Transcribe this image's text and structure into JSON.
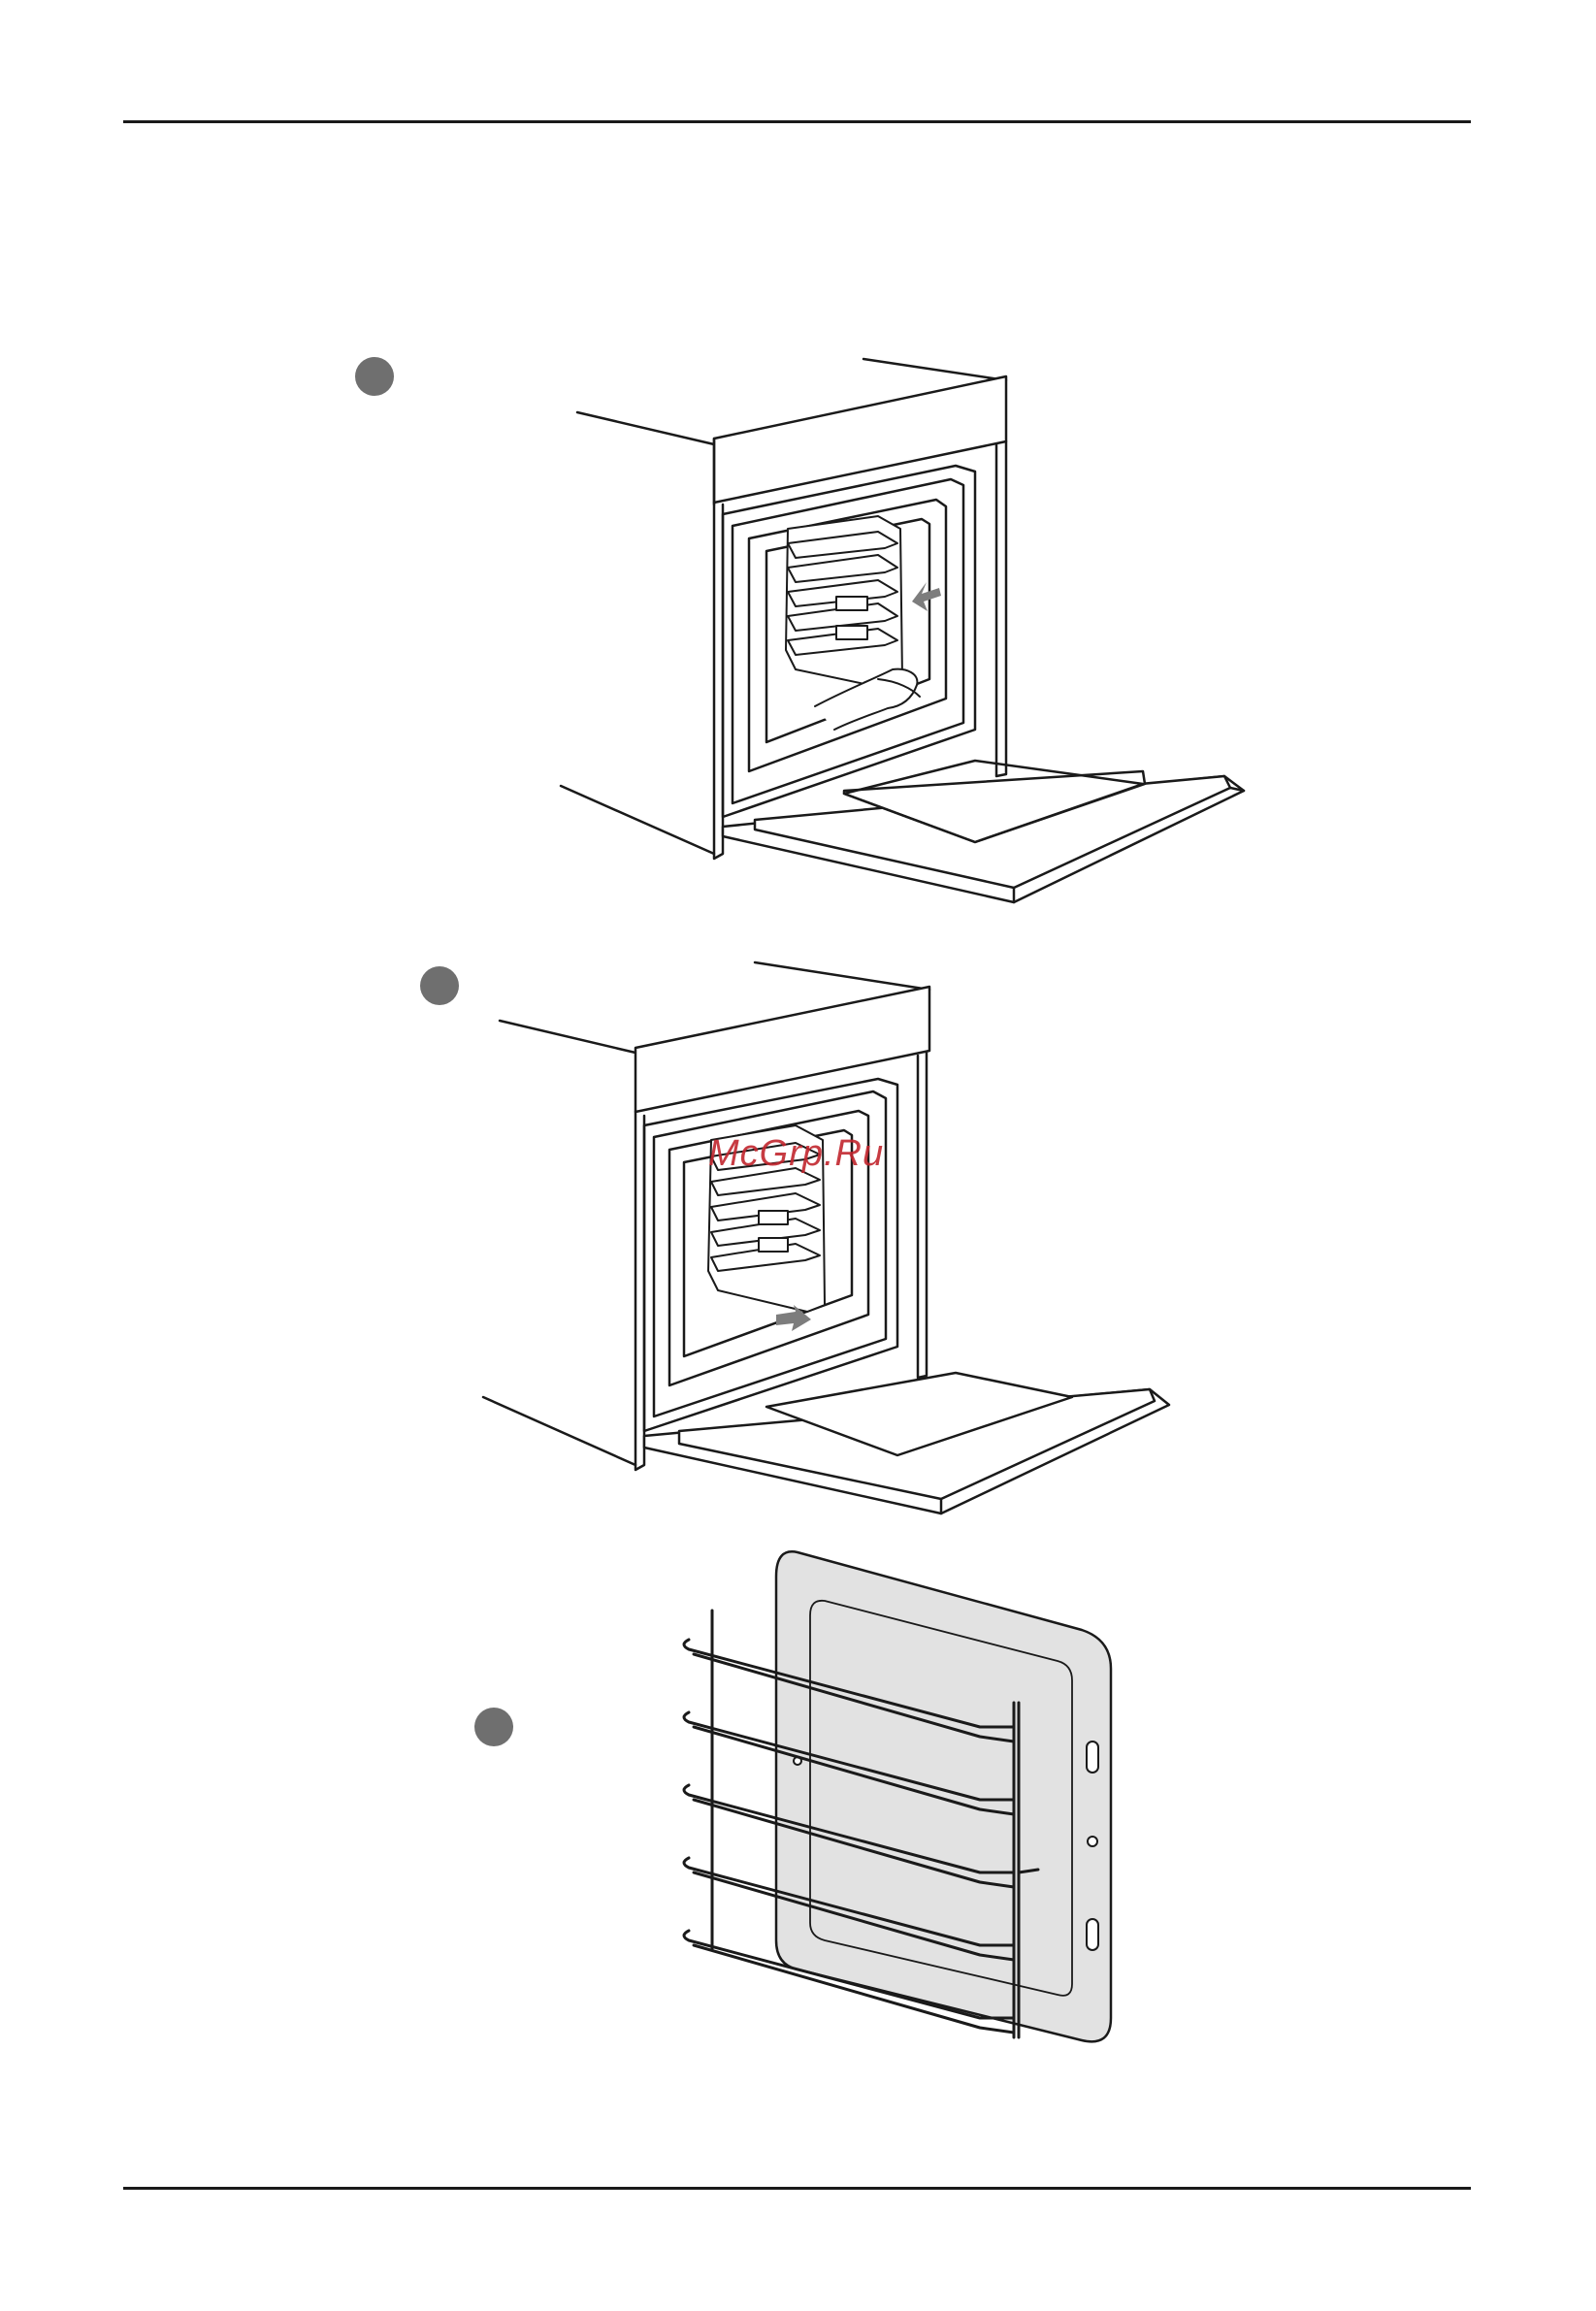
{
  "page": {
    "watermark": "McGrp.Ru",
    "steps": [
      {
        "id": "step-1",
        "label": ""
      },
      {
        "id": "step-2",
        "label": ""
      },
      {
        "id": "step-3",
        "label": ""
      }
    ]
  },
  "figures": [
    {
      "name": "oven-remove-side-rack-1",
      "description_shown_text": ""
    },
    {
      "name": "oven-remove-side-rack-2",
      "description_shown_text": ""
    },
    {
      "name": "side-rack-with-catalytic-panel",
      "description_shown_text": ""
    }
  ],
  "colors": {
    "line": "#1a1a1a",
    "step_dot": "#6f6f6f",
    "panel_fill": "#e2e2e2",
    "arrow": "#7d7d7d",
    "watermark": "#c2262e"
  }
}
